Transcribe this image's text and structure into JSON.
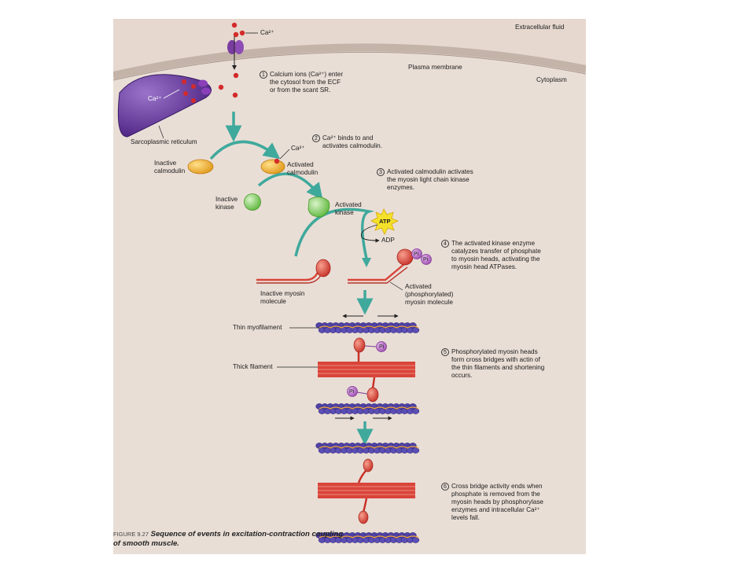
{
  "regions": {
    "extracellular": "Extracellular fluid",
    "membrane": "Plasma membrane",
    "cytoplasm": "Cytoplasm"
  },
  "labels": {
    "ca_top": "Ca²⁺",
    "ca_sr": "Ca²⁺",
    "ca_calmodulin": "Ca²⁺",
    "sr": "Sarcoplasmic reticulum",
    "inactive_calmodulin": "Inactive\ncalmodulin",
    "activated_calmodulin": "Activated\ncalmodulin",
    "inactive_kinase": "Inactive\nkinase",
    "activated_kinase": "Activated\nkinase",
    "atp": "ATP",
    "adp": "ADP",
    "inactive_myosin": "Inactive myosin\nmolecule",
    "activated_myosin": "Activated\n(phosphorylated)\nmyosin molecule",
    "thin_filament": "Thin myofilament",
    "thick_filament": "Thick filament",
    "pi": "Pi"
  },
  "steps": [
    {
      "num": "1",
      "text": "Calcium ions (Ca²⁺) enter\nthe cytosol from the ECF\nor from the scant SR."
    },
    {
      "num": "2",
      "text": "Ca²⁺ binds to and\nactivates calmodulin."
    },
    {
      "num": "3",
      "text": "Activated calmodulin activates\nthe myosin light chain kinase\nenzymes."
    },
    {
      "num": "4",
      "text": "The activated kinase enzyme\ncatalyzes transfer of phosphate\nto myosin heads, activating the\nmyosin head ATPases."
    },
    {
      "num": "5",
      "text": "Phosphorylated myosin heads\nform cross bridges with actin of\nthe thin filaments and shortening\noccurs."
    },
    {
      "num": "6",
      "text": "Cross bridge activity ends when\nphosphate is removed from the\nmyosin heads by phosphorylase\nenzymes and intracellular Ca²⁺\nlevels fall."
    }
  ],
  "caption": {
    "figure": "FIGURE 9.27",
    "title": "Sequence of events in excitation-contraction coupling of smooth muscle."
  },
  "colors": {
    "background": "#e6d8cf",
    "cytoplasm": "#e9dcd3",
    "membrane": "#c9b9b0",
    "calcium": "#d42a2a",
    "channel": "#7a3ca0",
    "sr": "#5b2d8e",
    "calmodulin": "#f0b43a",
    "kinase": "#7cc95a",
    "myosin": "#d9453a",
    "phosphate": "#b96ac4",
    "arrow": "#3fa99c",
    "actin": "#4a3c9c",
    "atp": "#f4e12a"
  }
}
